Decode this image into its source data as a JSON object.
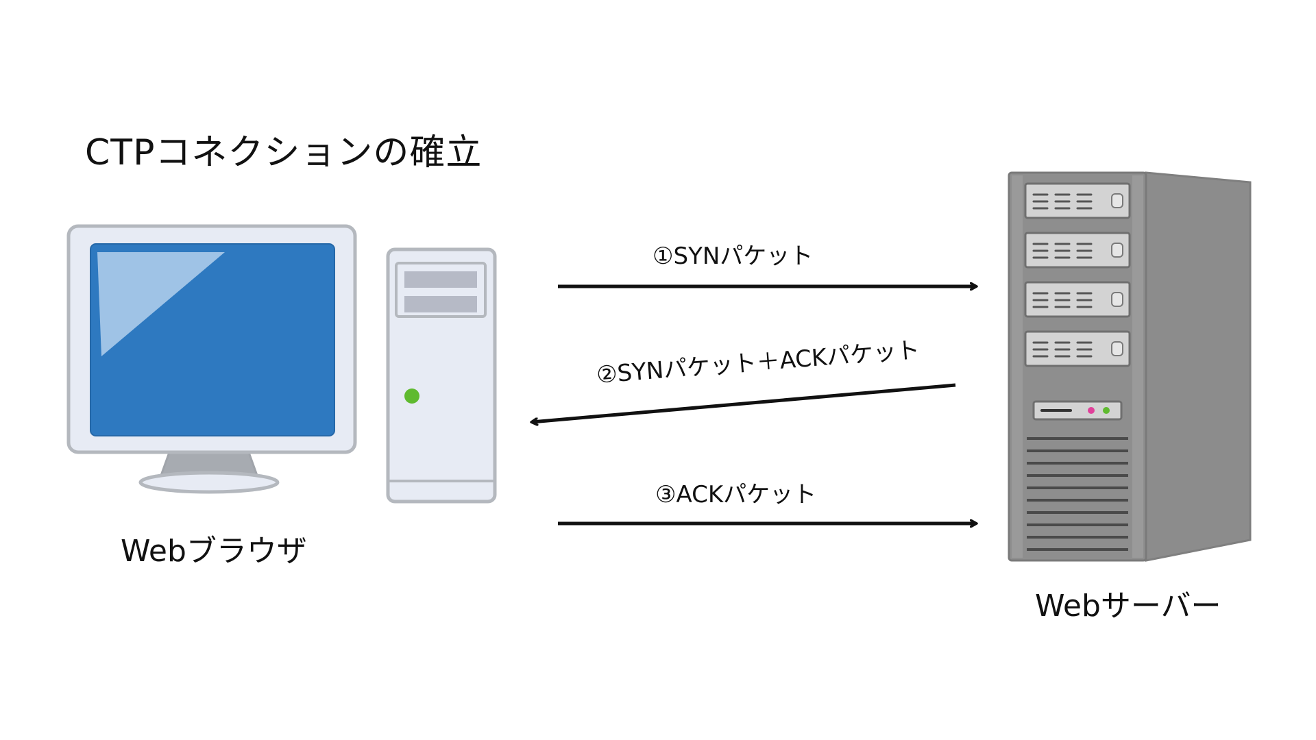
{
  "title": "CTPコネクションの確立",
  "client": {
    "label": "Webブラウザ",
    "icon": "desktop-computer-icon"
  },
  "server": {
    "label": "Webサーバー",
    "icon": "server-tower-icon"
  },
  "arrows": [
    {
      "label": "①SYNパケット",
      "direction": "right"
    },
    {
      "label": "②SYNパケット＋ACKパケット",
      "direction": "left"
    },
    {
      "label": "③ACKパケット",
      "direction": "right"
    }
  ],
  "colors": {
    "monitor_screen": "#2e79c0",
    "monitor_frame": "#e7ebf4",
    "outline": "#b4b8be",
    "server_body": "#8c8c8c",
    "power_led": "#5fba2f",
    "arrow": "#111111"
  }
}
